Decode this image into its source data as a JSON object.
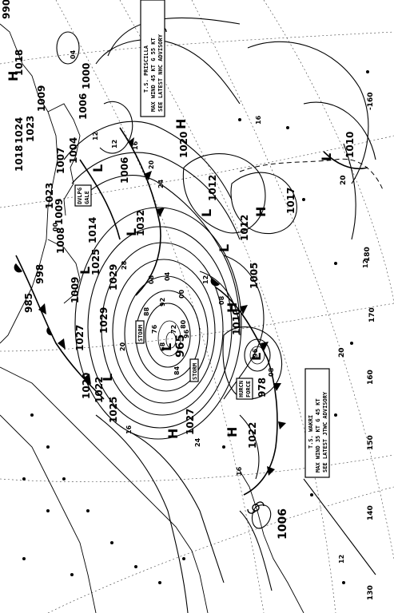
{
  "map": {
    "pressure_labels": [
      {
        "id": "p1018a",
        "text": "1018"
      },
      {
        "id": "p1018b",
        "text": "1018"
      },
      {
        "id": "p1024",
        "text": "1024"
      },
      {
        "id": "p1023a",
        "text": "1023"
      },
      {
        "id": "p1023b",
        "text": "1023"
      },
      {
        "id": "p1009a",
        "text": "1009"
      },
      {
        "id": "p1009b",
        "text": "1009"
      },
      {
        "id": "p1009c",
        "text": "1009"
      },
      {
        "id": "p1007",
        "text": "1007"
      },
      {
        "id": "p1004",
        "text": "1004"
      },
      {
        "id": "p1006a",
        "text": "1006"
      },
      {
        "id": "p1006b",
        "text": "1006"
      },
      {
        "id": "p1006c",
        "text": "1006"
      },
      {
        "id": "p1000",
        "text": "1000"
      },
      {
        "id": "p1020a",
        "text": "1020"
      },
      {
        "id": "p1020b",
        "text": "1020"
      },
      {
        "id": "p1032",
        "text": "1032"
      },
      {
        "id": "p1014",
        "text": "1014"
      },
      {
        "id": "p1008",
        "text": "1008"
      },
      {
        "id": "p1025",
        "text": "1025"
      },
      {
        "id": "p1029a",
        "text": "1029"
      },
      {
        "id": "p1029b",
        "text": "1029"
      },
      {
        "id": "p998",
        "text": "998"
      },
      {
        "id": "p985",
        "text": "985"
      },
      {
        "id": "p1027a",
        "text": "1027"
      },
      {
        "id": "p1027b",
        "text": "1027"
      },
      {
        "id": "p1022a",
        "text": "1022"
      },
      {
        "id": "p1022b",
        "text": "1022"
      },
      {
        "id": "p1025b",
        "text": "1025"
      },
      {
        "id": "p965",
        "text": "965"
      },
      {
        "id": "p978",
        "text": "978"
      },
      {
        "id": "p1010a",
        "text": "1010"
      },
      {
        "id": "p1010b",
        "text": "1010"
      },
      {
        "id": "p1005",
        "text": "1005"
      },
      {
        "id": "p1012a",
        "text": "1012"
      },
      {
        "id": "p1012b",
        "text": "1012"
      },
      {
        "id": "p1017",
        "text": "1017"
      },
      {
        "id": "p990",
        "text": "990"
      }
    ],
    "isobar_values": [
      {
        "id": "v12a",
        "text": "12"
      },
      {
        "id": "v16a",
        "text": "16"
      },
      {
        "id": "v20a",
        "text": "20"
      },
      {
        "id": "v24a",
        "text": "24"
      },
      {
        "id": "v28a",
        "text": "28"
      },
      {
        "id": "v08a",
        "text": "08"
      },
      {
        "id": "v04a",
        "text": "04"
      },
      {
        "id": "v00a",
        "text": "00"
      },
      {
        "id": "v96a",
        "text": "96"
      },
      {
        "id": "v92a",
        "text": "92"
      },
      {
        "id": "v88a",
        "text": "88"
      },
      {
        "id": "v84a",
        "text": "84"
      },
      {
        "id": "v80a",
        "text": "80"
      },
      {
        "id": "v76a",
        "text": "76"
      },
      {
        "id": "v72a",
        "text": "72"
      },
      {
        "id": "v68a",
        "text": "68"
      },
      {
        "id": "v12b",
        "text": "12"
      },
      {
        "id": "v16b",
        "text": "16"
      },
      {
        "id": "v08b",
        "text": "08"
      },
      {
        "id": "v12c",
        "text": "12"
      },
      {
        "id": "v16c",
        "text": "16"
      },
      {
        "id": "v20b",
        "text": "20"
      },
      {
        "id": "v24b",
        "text": "24"
      },
      {
        "id": "v12d",
        "text": "12"
      },
      {
        "id": "v16d",
        "text": "16"
      },
      {
        "id": "v12e",
        "text": "12"
      },
      {
        "id": "v08c",
        "text": "08"
      },
      {
        "id": "v04b",
        "text": "04"
      },
      {
        "id": "v96b",
        "text": "96"
      },
      {
        "id": "v00b",
        "text": "00"
      }
    ],
    "grid_labels": [
      {
        "id": "g160",
        "text": "160"
      },
      {
        "id": "g170",
        "text": "170"
      },
      {
        "id": "g150",
        "text": "150"
      },
      {
        "id": "g140",
        "text": "140"
      },
      {
        "id": "g130",
        "text": "130"
      },
      {
        "id": "g20a",
        "text": "20"
      },
      {
        "id": "g180",
        "text": "180"
      },
      {
        "id": "g160w",
        "text": "-160"
      },
      {
        "id": "g20b",
        "text": "20"
      }
    ],
    "pressure_centers": [
      {
        "id": "h1",
        "text": "H"
      },
      {
        "id": "h2",
        "text": "H"
      },
      {
        "id": "h3",
        "text": "H"
      },
      {
        "id": "h4",
        "text": "H"
      },
      {
        "id": "h5",
        "text": "H"
      },
      {
        "id": "h6",
        "text": "H"
      },
      {
        "id": "l1",
        "text": "L"
      },
      {
        "id": "l2",
        "text": "L"
      },
      {
        "id": "l3",
        "text": "L"
      },
      {
        "id": "l4",
        "text": "L"
      },
      {
        "id": "l5",
        "text": "L"
      },
      {
        "id": "l6",
        "text": "L"
      },
      {
        "id": "l7",
        "text": "L"
      },
      {
        "id": "l8",
        "text": "L"
      },
      {
        "id": "l9",
        "text": "L"
      }
    ],
    "boxes": [
      {
        "id": "storm1",
        "text": "STORM"
      },
      {
        "id": "storm2",
        "text": "STORM"
      },
      {
        "id": "hurcn",
        "lines": [
          "HURCN",
          "FORCE"
        ]
      },
      {
        "id": "dvlpg",
        "lines": [
          "DVLPG",
          "GALE"
        ]
      }
    ],
    "advisories": [
      {
        "id": "priscilla",
        "lines": [
          "T.S. PRISCILLA",
          "MAX WIND 45 KT G 55 KT",
          "SEE LATEST NHC ADVISORY"
        ]
      },
      {
        "id": "wakri",
        "lines": [
          "T.S. WAKRI",
          "MAX WIND 35 KT G 45 KT",
          "SEE LATEST JTWC ADVISORY"
        ]
      }
    ]
  }
}
